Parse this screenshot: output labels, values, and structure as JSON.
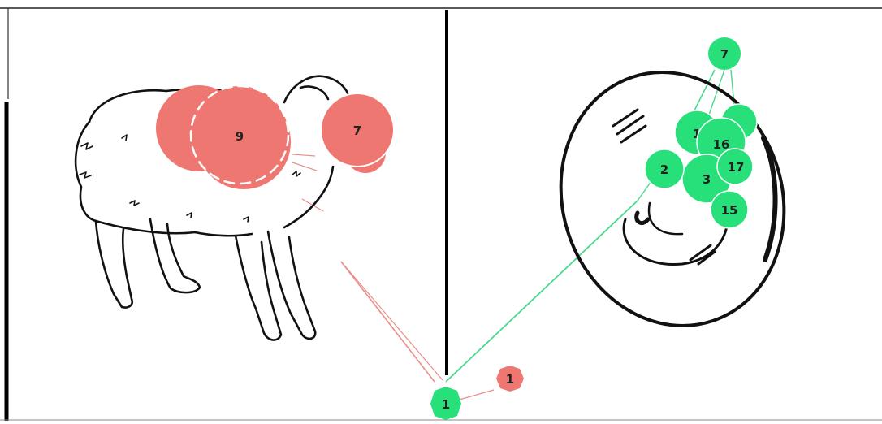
{
  "colors": {
    "red_node": "#ef7772",
    "green_node": "#27e07a",
    "red_edge": "#e98f8a",
    "green_edge": "#49d98f",
    "ink": "#111111"
  },
  "left_panel": {
    "picture": "sheep-drawing",
    "nodes": [
      {
        "id": "sheep-node-9",
        "label": "9"
      },
      {
        "id": "sheep-node-7",
        "label": "7"
      }
    ]
  },
  "right_panel": {
    "picture": "target-drawing",
    "nodes": [
      {
        "id": "target-node-7",
        "label": "7"
      },
      {
        "id": "target-node-1",
        "label": "1"
      },
      {
        "id": "target-node-16",
        "label": "16"
      },
      {
        "id": "target-node-17",
        "label": "17"
      },
      {
        "id": "target-node-2",
        "label": "2"
      },
      {
        "id": "target-node-3",
        "label": "3"
      },
      {
        "id": "target-node-15",
        "label": "15"
      }
    ]
  },
  "bottom_nodes": [
    {
      "id": "center-green-node",
      "label": "1"
    },
    {
      "id": "center-red-node",
      "label": "1"
    }
  ]
}
